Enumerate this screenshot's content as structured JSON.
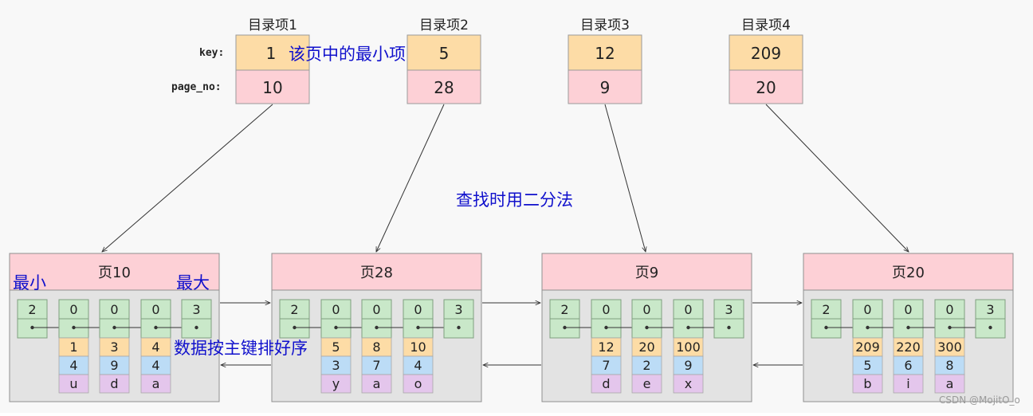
{
  "directory": {
    "field_labels": {
      "key": "key:",
      "page_no": "page_no:"
    },
    "items": [
      {
        "title": "目录项1",
        "key": "1",
        "page_no": "10"
      },
      {
        "title": "目录项2",
        "key": "5",
        "page_no": "28"
      },
      {
        "title": "目录项3",
        "key": "12",
        "page_no": "9"
      },
      {
        "title": "目录项4",
        "key": "209",
        "page_no": "20"
      }
    ]
  },
  "pages": [
    {
      "title": "页10",
      "header_counts": [
        "2",
        "0",
        "0",
        "0",
        "3"
      ],
      "records": [
        {
          "key": "1",
          "c2": "4",
          "c3": "u"
        },
        {
          "key": "3",
          "c2": "9",
          "c3": "d"
        },
        {
          "key": "4",
          "c2": "4",
          "c3": "a"
        }
      ]
    },
    {
      "title": "页28",
      "header_counts": [
        "2",
        "0",
        "0",
        "0",
        "3"
      ],
      "records": [
        {
          "key": "5",
          "c2": "3",
          "c3": "y"
        },
        {
          "key": "8",
          "c2": "7",
          "c3": "a"
        },
        {
          "key": "10",
          "c2": "4",
          "c3": "o"
        }
      ]
    },
    {
      "title": "页9",
      "header_counts": [
        "2",
        "0",
        "0",
        "0",
        "3"
      ],
      "records": [
        {
          "key": "12",
          "c2": "7",
          "c3": "d"
        },
        {
          "key": "20",
          "c2": "2",
          "c3": "e"
        },
        {
          "key": "100",
          "c2": "9",
          "c3": "x"
        }
      ]
    },
    {
      "title": "页20",
      "header_counts": [
        "2",
        "0",
        "0",
        "0",
        "3"
      ],
      "records": [
        {
          "key": "209",
          "c2": "5",
          "c3": "b"
        },
        {
          "key": "220",
          "c2": "6",
          "c3": "i"
        },
        {
          "key": "300",
          "c2": "8",
          "c3": "a"
        }
      ]
    }
  ],
  "annotations": {
    "min_key_note": "该页中的最小项",
    "binary_search_note": "查找时用二分法",
    "smallest": "最小",
    "largest": "最大",
    "sorted_note": "数据按主键排好序"
  },
  "colors": {
    "key_cell": "#fddca6",
    "page_no_cell": "#fdd0d6",
    "record_header": "#c9e8c9",
    "value_c2": "#bcdcf6",
    "value_c3": "#e4c6ec",
    "page_body": "#e3e3e3",
    "annotation_text": "#1010cc"
  },
  "watermark": "CSDN @MojitO_o"
}
